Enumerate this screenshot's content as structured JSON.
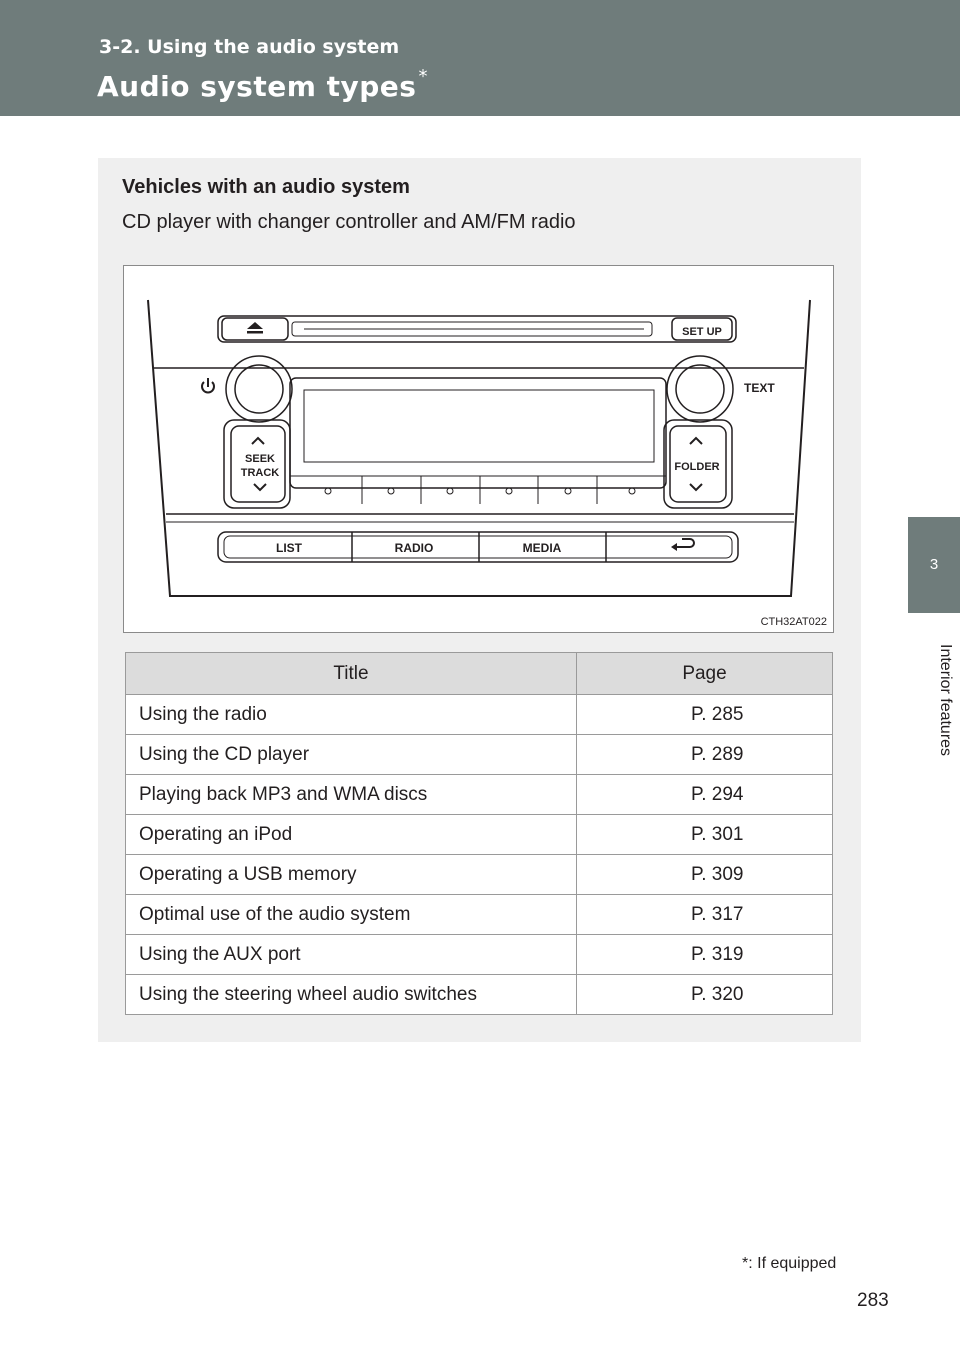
{
  "header": {
    "section": "3-2. Using the audio system",
    "title": "Audio system types",
    "title_mark": "*"
  },
  "side_tab": {
    "chapter_number": "3",
    "chapter_label": "Interior features"
  },
  "content": {
    "heading": "Vehicles with an audio system",
    "subheading": "CD player with changer controller and AM/FM radio",
    "figure": {
      "code": "CTH32AT022",
      "labels": {
        "set_up": "SET UP",
        "text": "TEXT",
        "seek": "SEEK",
        "track": "TRACK",
        "folder": "FOLDER",
        "list": "LIST",
        "radio": "RADIO",
        "media": "MEDIA"
      },
      "icons": [
        "eject-icon",
        "power-icon",
        "back-arrow-icon"
      ]
    },
    "table": {
      "headers": [
        "Title",
        "Page"
      ],
      "rows": [
        [
          "Using the radio",
          "P. 285"
        ],
        [
          "Using the CD player",
          "P. 289"
        ],
        [
          "Playing back MP3 and WMA discs",
          "P. 294"
        ],
        [
          "Operating an iPod",
          "P. 301"
        ],
        [
          "Operating a USB memory",
          "P. 309"
        ],
        [
          "Optimal use of the audio system",
          "P. 317"
        ],
        [
          "Using the AUX port",
          "P. 319"
        ],
        [
          "Using the steering wheel audio switches",
          "P. 320"
        ]
      ]
    }
  },
  "footnote": {
    "mark": "*",
    "text": ": If equipped"
  },
  "page_number": "283"
}
